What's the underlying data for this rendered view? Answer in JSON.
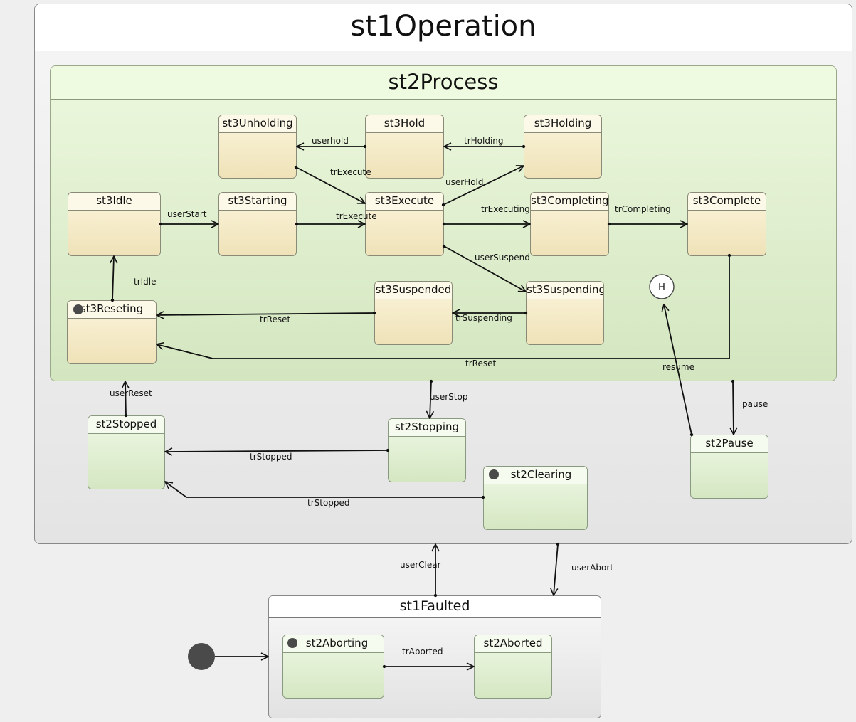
{
  "states": {
    "operation": "st1Operation",
    "process": "st2Process",
    "unholding": "st3Unholding",
    "hold": "st3Hold",
    "holding": "st3Holding",
    "idle": "st3Idle",
    "starting": "st3Starting",
    "execute": "st3Execute",
    "completing": "st3Completing",
    "complete": "st3Complete",
    "suspended": "st3Suspended",
    "suspending": "st3Suspending",
    "reseting": "st3Reseting",
    "stopped": "st2Stopped",
    "stopping": "st2Stopping",
    "clearing": "st2Clearing",
    "pause": "st2Pause",
    "faulted": "st1Faulted",
    "aborting": "st2Aborting",
    "aborted": "st2Aborted"
  },
  "history_marker": "H",
  "transitions": {
    "userhold": "userhold",
    "trHolding": "trHolding",
    "trExecute_unholding": "trExecute",
    "userHold": "userHold",
    "userStart": "userStart",
    "trExecute_starting": "trExecute",
    "trExecuting": "trExecuting",
    "trCompleting": "trCompleting",
    "userSuspend": "userSuspend",
    "trIdle": "trIdle",
    "trReset_suspended": "trReset",
    "trSuspending": "trSuspending",
    "trReset_complete": "trReset",
    "resume": "resume",
    "userReset": "userReset",
    "userStop": "userStop",
    "pause": "pause",
    "trStopped_stopping": "trStopped",
    "trStopped_clearing": "trStopped",
    "userClear": "userClear",
    "userAbort": "userAbort",
    "trAborted": "trAborted"
  }
}
